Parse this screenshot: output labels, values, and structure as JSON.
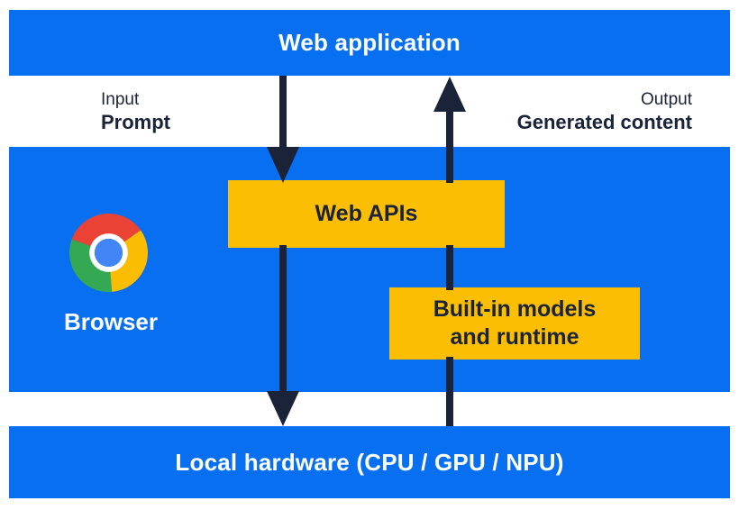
{
  "diagram": {
    "top_bar": {
      "label": "Web application"
    },
    "io_labels": {
      "input_title": "Input",
      "input_value": "Prompt",
      "output_title": "Output",
      "output_value": "Generated content"
    },
    "browser_band": {
      "browser_label": "Browser",
      "web_apis_label": "Web APIs",
      "builtin_models_line1": "Built-in models",
      "builtin_models_line2": "and runtime"
    },
    "bottom_bar": {
      "label": "Local hardware (CPU / GPU / NPU)"
    },
    "arrows": {
      "down_arrow_meaning": "Prompt flows from web application through Web APIs to local hardware",
      "up_arrow_meaning": "Generated content flows from local hardware through built-in models and runtime to web application"
    },
    "colors": {
      "blue": "#0870f0",
      "yellow": "#fcbe03",
      "navy": "#1a2338",
      "chrome-red": "#ea4335",
      "chrome-green": "#34a853",
      "chrome-yellow": "#fbbc04",
      "chrome-blue": "#4285f4"
    }
  }
}
